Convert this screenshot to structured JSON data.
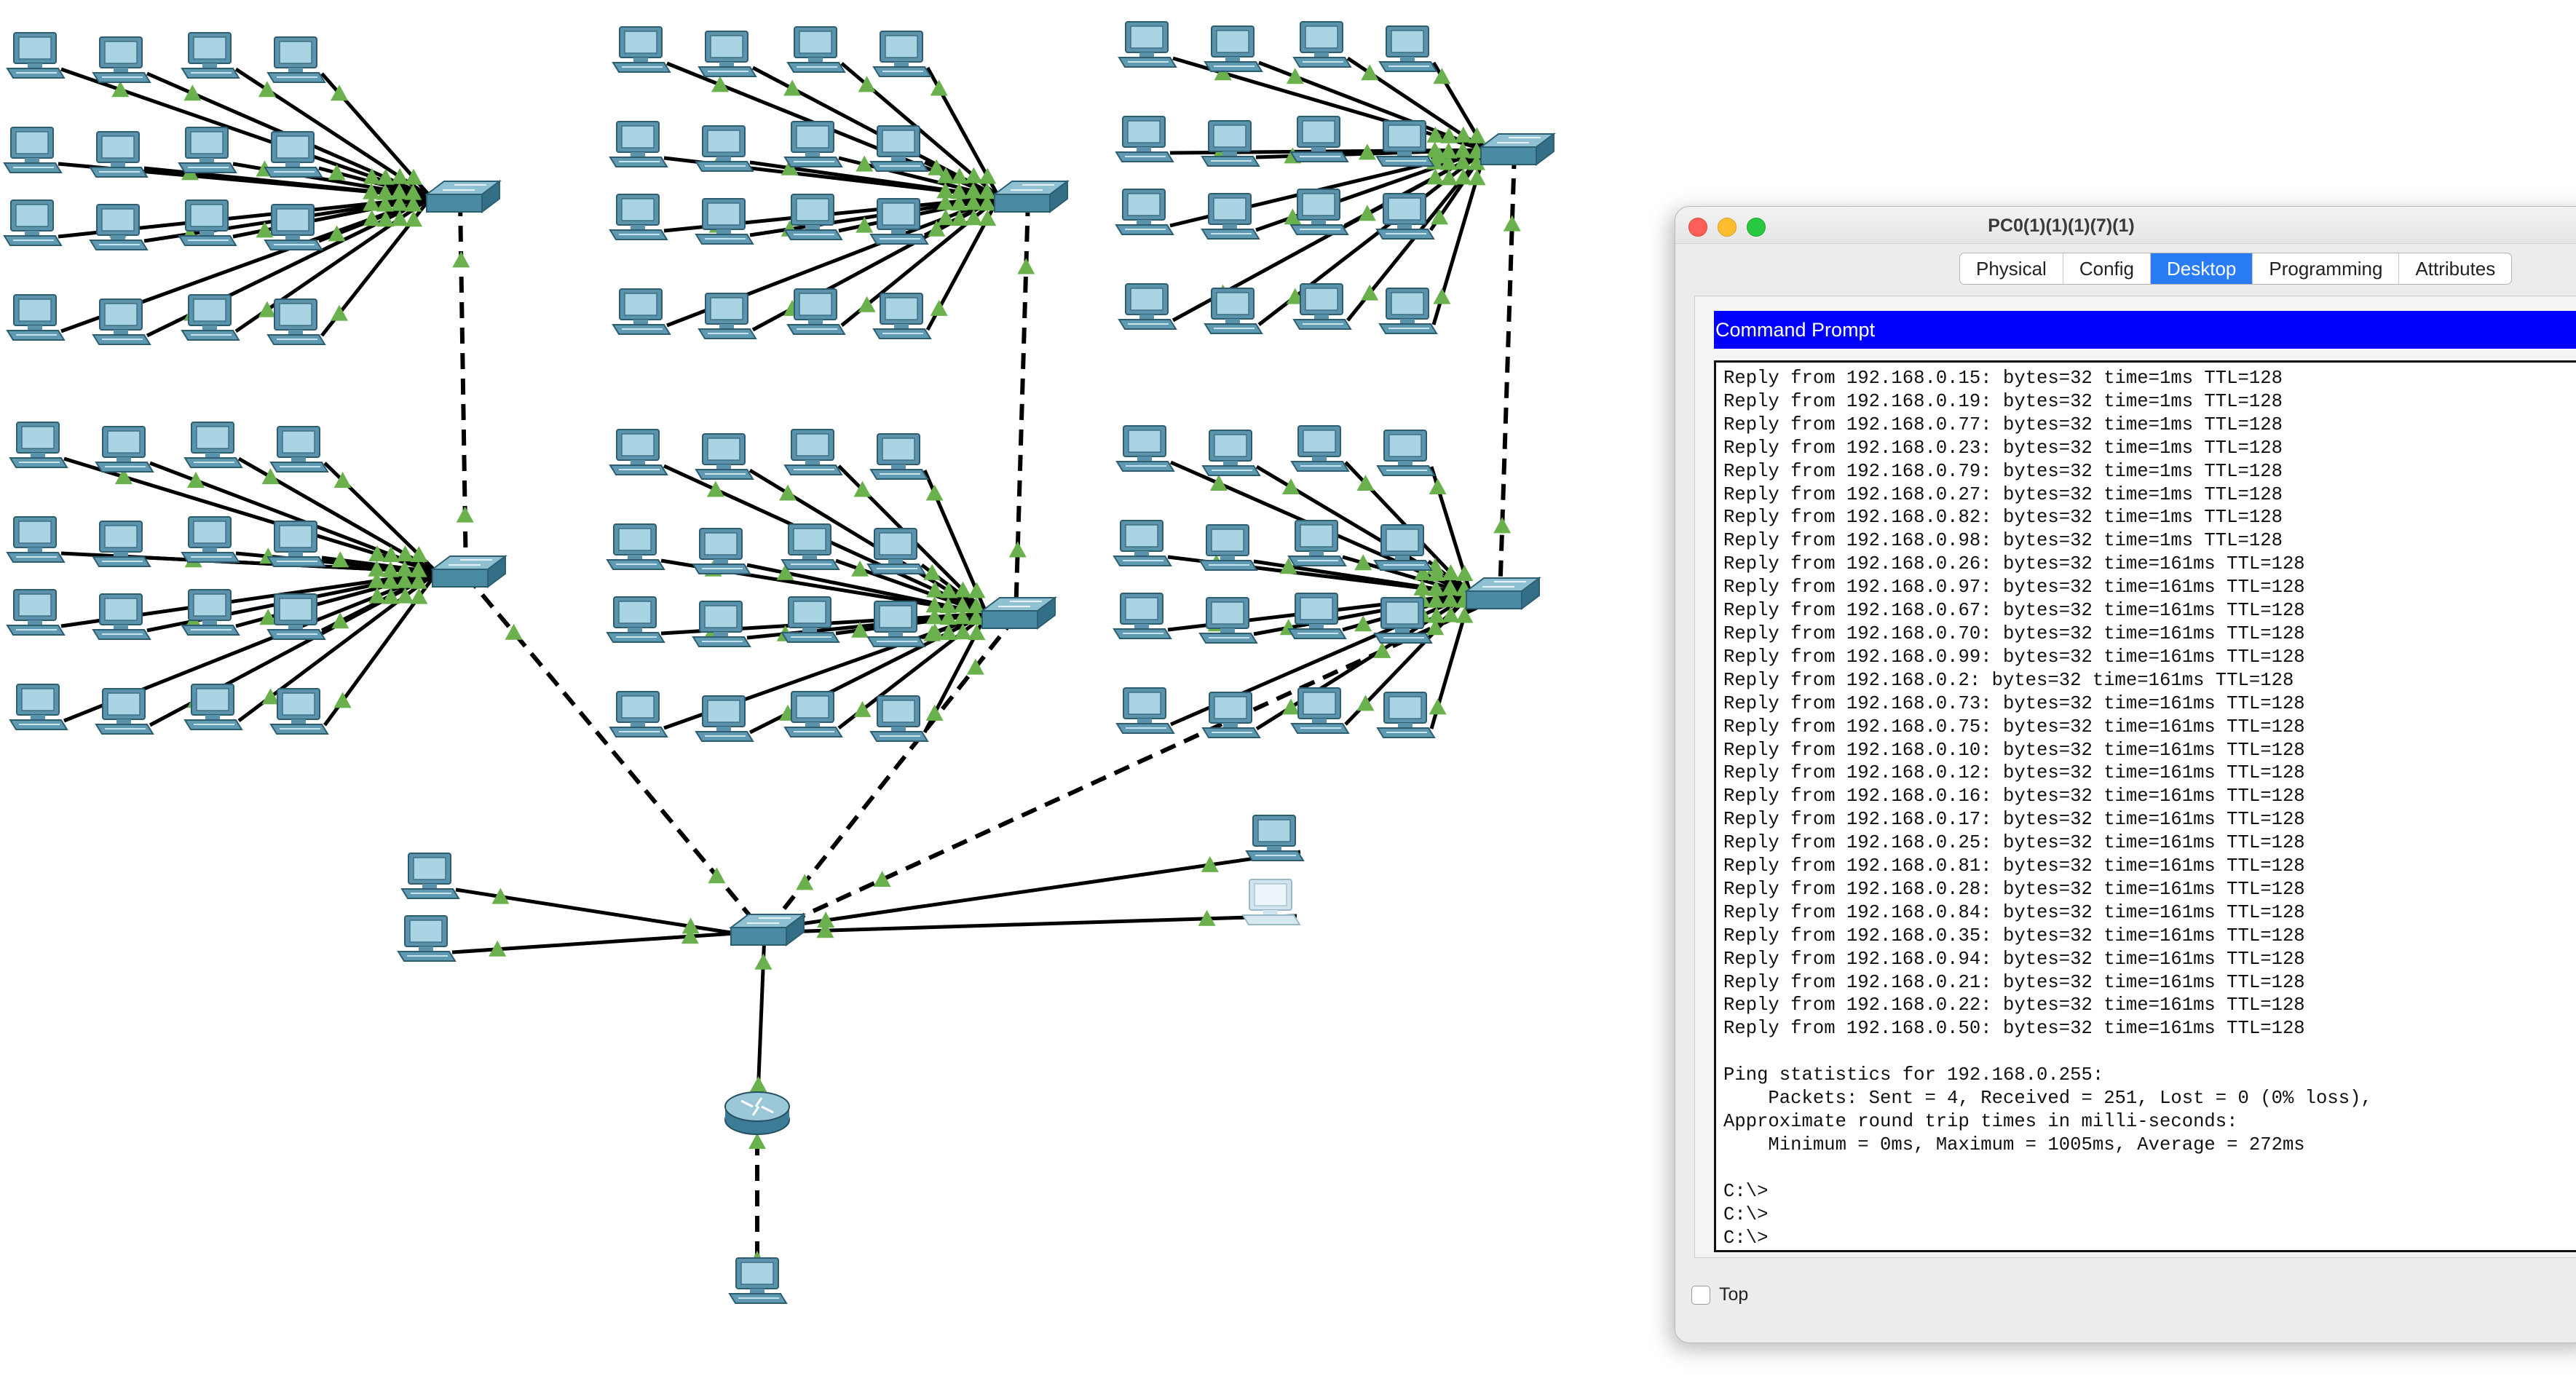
{
  "window": {
    "title": "PC0(1)(1)(1)(7)(1)",
    "tabs": [
      {
        "label": "Physical",
        "active": false
      },
      {
        "label": "Config",
        "active": false
      },
      {
        "label": "Desktop",
        "active": true
      },
      {
        "label": "Programming",
        "active": false
      },
      {
        "label": "Attributes",
        "active": false
      }
    ],
    "app_header": "Command Prompt",
    "console_lines": [
      "Reply from 192.168.0.15: bytes=32 time=1ms TTL=128",
      "Reply from 192.168.0.19: bytes=32 time=1ms TTL=128",
      "Reply from 192.168.0.77: bytes=32 time=1ms TTL=128",
      "Reply from 192.168.0.23: bytes=32 time=1ms TTL=128",
      "Reply from 192.168.0.79: bytes=32 time=1ms TTL=128",
      "Reply from 192.168.0.27: bytes=32 time=1ms TTL=128",
      "Reply from 192.168.0.82: bytes=32 time=1ms TTL=128",
      "Reply from 192.168.0.98: bytes=32 time=1ms TTL=128",
      "Reply from 192.168.0.26: bytes=32 time=161ms TTL=128",
      "Reply from 192.168.0.97: bytes=32 time=161ms TTL=128",
      "Reply from 192.168.0.67: bytes=32 time=161ms TTL=128",
      "Reply from 192.168.0.70: bytes=32 time=161ms TTL=128",
      "Reply from 192.168.0.99: bytes=32 time=161ms TTL=128",
      "Reply from 192.168.0.2: bytes=32 time=161ms TTL=128",
      "Reply from 192.168.0.73: bytes=32 time=161ms TTL=128",
      "Reply from 192.168.0.75: bytes=32 time=161ms TTL=128",
      "Reply from 192.168.0.10: bytes=32 time=161ms TTL=128",
      "Reply from 192.168.0.12: bytes=32 time=161ms TTL=128",
      "Reply from 192.168.0.16: bytes=32 time=161ms TTL=128",
      "Reply from 192.168.0.17: bytes=32 time=161ms TTL=128",
      "Reply from 192.168.0.25: bytes=32 time=161ms TTL=128",
      "Reply from 192.168.0.81: bytes=32 time=161ms TTL=128",
      "Reply from 192.168.0.28: bytes=32 time=161ms TTL=128",
      "Reply from 192.168.0.84: bytes=32 time=161ms TTL=128",
      "Reply from 192.168.0.35: bytes=32 time=161ms TTL=128",
      "Reply from 192.168.0.94: bytes=32 time=161ms TTL=128",
      "Reply from 192.168.0.21: bytes=32 time=161ms TTL=128",
      "Reply from 192.168.0.22: bytes=32 time=161ms TTL=128",
      "Reply from 192.168.0.50: bytes=32 time=161ms TTL=128",
      "",
      "Ping statistics for 192.168.0.255:",
      "    Packets: Sent = 4, Received = 251, Lost = 0 (0% loss),",
      "Approximate round trip times in milli-seconds:",
      "    Minimum = 0ms, Maximum = 1005ms, Average = 272ms",
      "",
      "C:\\>",
      "C:\\>",
      "C:\\>"
    ],
    "top_checkbox_label": "Top",
    "top_checked": false
  },
  "topology": {
    "devices": {
      "pc": "pc-icon",
      "switch": "switch-icon",
      "router": "router-icon"
    },
    "colors": {
      "link": "#000000",
      "link_up": "#6ab04c",
      "pc_screen": "#a9d4e4",
      "pc_body": "#5a93ab",
      "switch": "#4a8aa3",
      "router": "#4d8ba8"
    }
  }
}
